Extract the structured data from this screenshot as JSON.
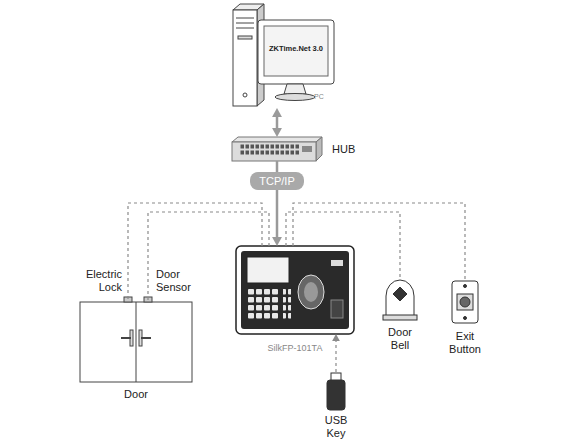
{
  "diagram": {
    "nodes": [
      {
        "text": [
          "ZKTime.Net 3.0",
          "PC"
        ]
      },
      {
        "text": [
          "HUB"
        ]
      },
      {
        "text": [
          "SilkFP-101TA"
        ]
      },
      {
        "text": [
          "Electric Lock",
          "Door Sensor",
          "Door"
        ]
      },
      {
        "text": [
          "Door Bell"
        ]
      },
      {
        "text": [
          "Exit Button"
        ]
      },
      {
        "text": [
          "USB Key"
        ]
      }
    ],
    "edges": [
      {
        "from": 0,
        "to": 1,
        "arrow": "both"
      },
      {
        "from": 1,
        "to": 2,
        "label": "TCP/IP",
        "arrow": "to"
      },
      {
        "from": 2,
        "to": 3,
        "arrow": "none"
      },
      {
        "from": 2,
        "to": 3,
        "arrow": "none"
      },
      {
        "from": 2,
        "to": 4,
        "arrow": "none"
      },
      {
        "from": 2,
        "to": 5,
        "arrow": "none"
      },
      {
        "from": 6,
        "to": 2,
        "arrow": "to"
      }
    ]
  }
}
